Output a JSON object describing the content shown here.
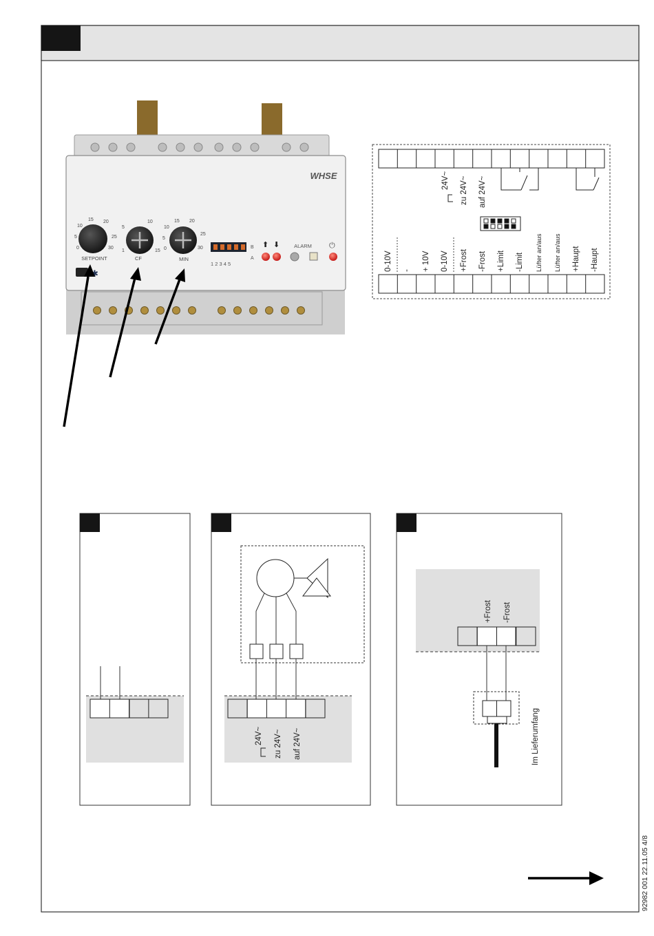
{
  "device": {
    "model_label": "WHSE",
    "knobs": [
      {
        "label": "SETPOINT",
        "scale": [
          "0",
          "5",
          "10",
          "15",
          "20",
          "25",
          "30"
        ]
      },
      {
        "label": "CF",
        "scale": [
          "1",
          "5",
          "10",
          "15"
        ]
      },
      {
        "label": "MIN",
        "scale": [
          "0",
          "5",
          "10",
          "15",
          "20",
          "25",
          "30"
        ]
      }
    ],
    "dip_numbers": "1 2 3 4 5",
    "row_b": "B",
    "row_a": "A",
    "alarm_label": "ALARM"
  },
  "terminal_diagram": {
    "top_labels": {
      "v24": "24V~",
      "zu": "zu 24V~",
      "auf": "auf 24V~"
    },
    "bottom_labels": [
      "0-10V",
      "-",
      "+ 10V",
      "0-10V",
      "+Frost",
      "-Frost",
      "+Limit",
      "-Limit",
      "Lüfter an/aus",
      "Lüfter an/aus",
      "+Haupt",
      "-Haupt"
    ]
  },
  "panel2": {
    "v24": "24V~",
    "zu": "zu 24V~",
    "auf": "auf 24V~"
  },
  "panel3": {
    "plus_frost": "+Frost",
    "minus_frost": "-Frost",
    "scope": "Im Lieferumfang"
  },
  "footer": {
    "doc_id": "92982 001  22.11.05  4/8"
  }
}
